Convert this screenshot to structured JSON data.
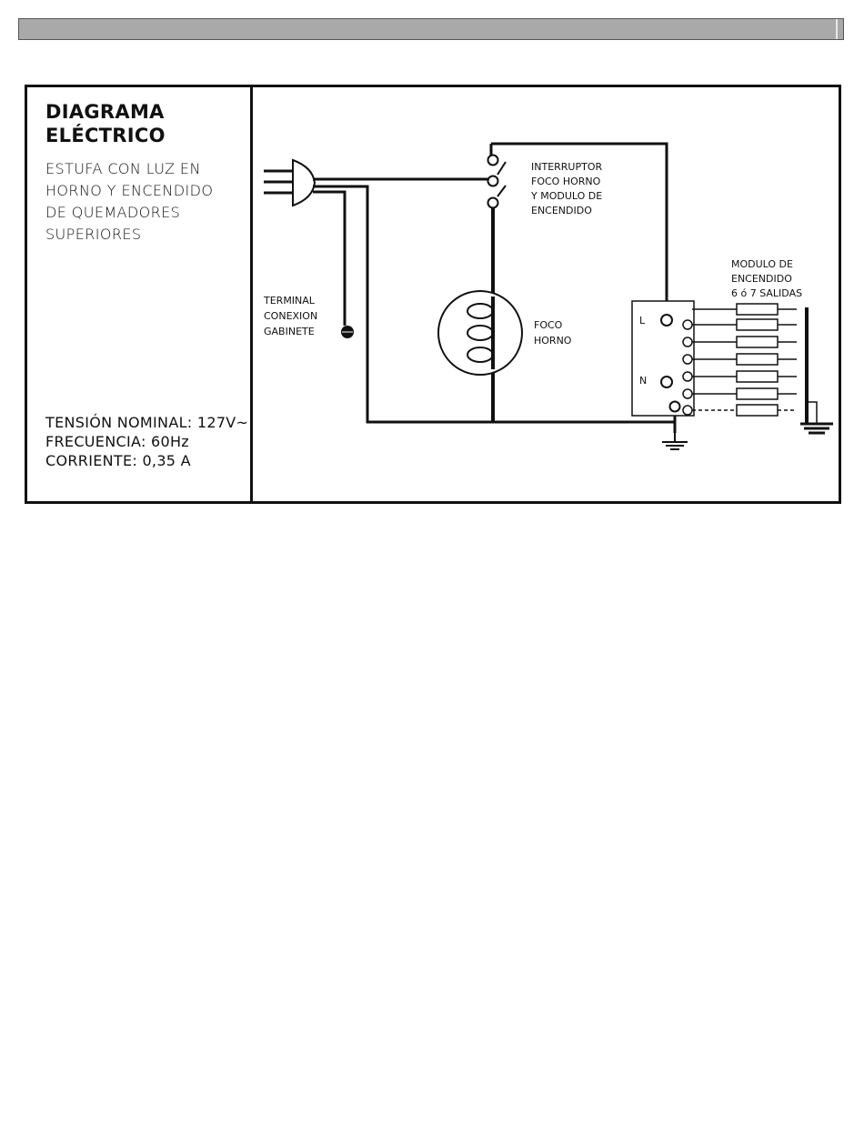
{
  "title": [
    "DIAGRAMA",
    "ELÉCTRICO"
  ],
  "subtitle": [
    "ESTUFA CON LUZ EN",
    "HORNO Y ENCENDIDO",
    "DE QUEMADORES",
    "SUPERIORES"
  ],
  "ratings": [
    "TENSIÓN NOMINAL: 127V~",
    "FRECUENCIA: 60Hz",
    "CORRIENTE: 0,35 A"
  ],
  "labels": {
    "interruptor": [
      "INTERRUPTOR",
      "FOCO HORNO",
      "Y MODULO DE",
      "ENCENDIDO"
    ],
    "terminal": [
      "TERMINAL",
      "CONEXION",
      "GABINETE"
    ],
    "foco": [
      "FOCO",
      "HORNO"
    ],
    "modulo": [
      "MODULO DE",
      "ENCENDIDO",
      "6 ó 7 SALIDAS"
    ],
    "l": "L",
    "n": "N"
  }
}
